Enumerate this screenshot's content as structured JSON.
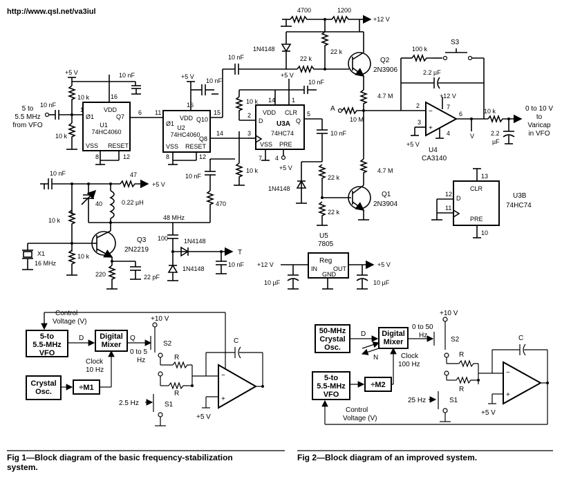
{
  "header": {
    "url": "http://www.qsl.net/va3iul"
  },
  "schematic": {
    "input_label": [
      "5 to",
      "5.5 MHz",
      "from VFO"
    ],
    "u1": {
      "name": "U1",
      "part": "74HC4060",
      "pins": [
        "16",
        "11",
        "6",
        "8",
        "12"
      ],
      "vdd": "VDD",
      "vss": "VSS",
      "phi": "Ø1",
      "q": "Q7",
      "reset": "RESET"
    },
    "u2": {
      "name": "U2",
      "part": "74HC4060",
      "pins": [
        "16",
        "11",
        "15",
        "14",
        "8",
        "12"
      ],
      "vdd": "VDD",
      "vss": "VSS",
      "phi": "Ø1",
      "q10": "Q10",
      "q8": "Q8",
      "reset": "RESET"
    },
    "u3a": {
      "name": "U3A",
      "part": "74HC74",
      "pins": [
        "14",
        "1",
        "2",
        "3",
        "5",
        "7",
        "4"
      ],
      "vdd": "VDD",
      "clr": "CLR",
      "d": "D",
      "q": "Q",
      "vss": "VSS",
      "pre": "PRE"
    },
    "u3b": {
      "name": "U3B",
      "part": "74HC74",
      "pins": [
        "13",
        "12",
        "11",
        "10"
      ],
      "clr": "CLR",
      "d": "D",
      "pre": "PRE"
    },
    "u4": {
      "name": "U4",
      "part": "CA3140",
      "pins": [
        "2",
        "3",
        "7",
        "4",
        "6"
      ]
    },
    "u5": {
      "name": "U5",
      "part": "7805",
      "reg": "Reg",
      "in": "IN",
      "out": "OUT",
      "gnd": "GND"
    },
    "q1": {
      "name": "Q1",
      "part": "2N3904"
    },
    "q2": {
      "name": "Q2",
      "part": "2N3906"
    },
    "q3": {
      "name": "Q3",
      "part": "2N2219"
    },
    "x1": {
      "name": "X1",
      "freq": "16 MHz"
    },
    "values": {
      "r4700": "4700",
      "r1200": "1200",
      "r22k_a": "22 k",
      "r22k_b": "22 k",
      "r22k_c": "22 k",
      "r100k": "100 k",
      "r10k_a": "10 k",
      "r10k_b": "10 k",
      "r10k_c": "10 k",
      "r10k_d": "10 k",
      "r10k_e": "10 k",
      "r10k_f": "10 k",
      "r10m": "10 M",
      "r4m7_a": "4.7 M",
      "r4m7_b": "4.7 M",
      "r47": "47",
      "r470": "470",
      "r220": "220",
      "c10n_a": "10 nF",
      "c10n_b": "10 nF",
      "c10n_c": "10 nF",
      "c10n_d": "10 nF",
      "c10n_e": "10 nF",
      "c10n_f": "10 nF",
      "c10n_g": "10 nF",
      "c10n_h": "10 nF",
      "c10n_i": "10 nF",
      "c2u2_a": "2.2 µF",
      "c2u2_b": "2.2",
      "c2u2_c": "µF",
      "c10u_a": "10 µF",
      "c10u_b": "10 µF",
      "c100": "100",
      "c22p": "22 pF",
      "c40": "40",
      "l022": "0.22 µH",
      "d1": "1N4148",
      "d2": "1N4148",
      "d3": "1N4148",
      "d4": "1N4148",
      "freq48": "48 MHz",
      "s3": "S3",
      "a": "A",
      "t": "T",
      "v": "V"
    },
    "rails": {
      "p5": "+5 V",
      "p12": "+12 V"
    },
    "output_label": [
      "0 to 10 V",
      "to",
      "Varicap",
      "in VFO"
    ]
  },
  "fig1": {
    "control": [
      "Control",
      "Voltage (V)"
    ],
    "vfo": [
      "5-to",
      "5.5-MHz",
      "VFO"
    ],
    "mixer": [
      "Digital",
      "Mixer"
    ],
    "osc": [
      "Crystal",
      "Osc."
    ],
    "div": "÷M1",
    "d": "D",
    "q": "Q",
    "clock": [
      "Clock",
      "10 Hz"
    ],
    "freq_out": [
      "0 to 5",
      "Hz"
    ],
    "p10": "+10 V",
    "p5": "+5 V",
    "s2": "S2",
    "s1": "S1",
    "r1": "R",
    "r2": "R",
    "c": "C",
    "f25": "2.5 Hz",
    "caption": [
      "Fig 1—Block diagram of the basic frequency-stabilization",
      "system."
    ]
  },
  "fig2": {
    "osc": [
      "50-MHz",
      "Crystal",
      "Osc."
    ],
    "mixer": [
      "Digital",
      "Mixer"
    ],
    "vfo": [
      "5-to",
      "5.5-MHz",
      "VFO"
    ],
    "div": "÷M2",
    "d": "D",
    "n": "N",
    "clock": [
      "Clock",
      "100 Hz"
    ],
    "freq_out": [
      "0 to 50",
      "Hz"
    ],
    "p10": "+10 V",
    "p5": "+5 V",
    "s2": "S2",
    "s1": "S1",
    "r1": "R",
    "r2": "R",
    "c": "C",
    "f25": "25 Hz",
    "control": [
      "Control",
      "Voltage (V)"
    ],
    "caption": "Fig 2—Block diagram of an improved system."
  }
}
